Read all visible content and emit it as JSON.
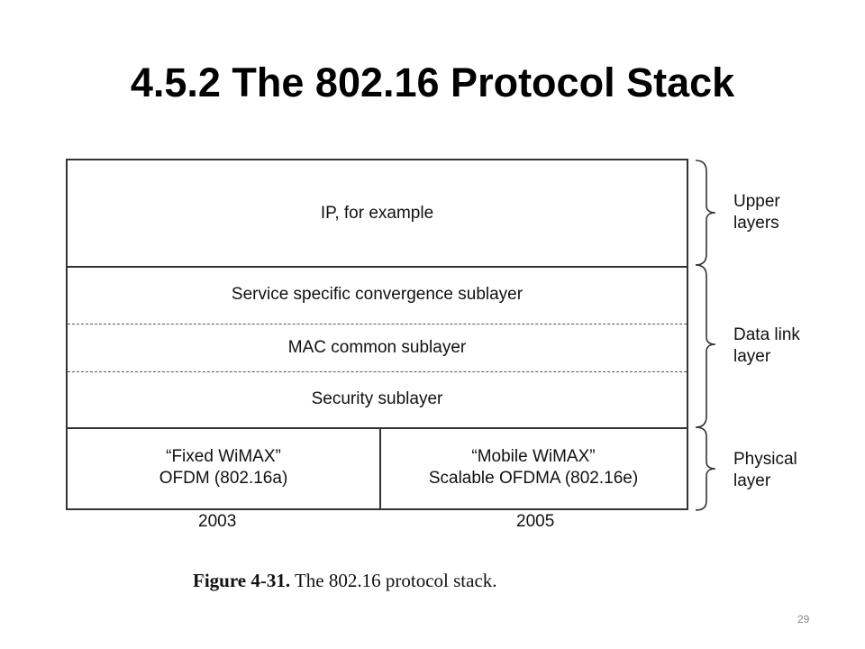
{
  "slide": {
    "title": "4.5.2 The 802.16 Protocol Stack",
    "page_number": "29"
  },
  "diagram": {
    "upper_layer": "IP, for example",
    "data_link_sublayers": [
      "Service specific convergence sublayer",
      "MAC common sublayer",
      "Security sublayer"
    ],
    "physical": {
      "left_line1": "“Fixed WiMAX”",
      "left_line2": "OFDM (802.16a)",
      "right_line1": "“Mobile WiMAX”",
      "right_line2": "Scalable OFDMA (802.16e)",
      "left_year": "2003",
      "right_year": "2005"
    },
    "brace_labels": {
      "upper_line1": "Upper",
      "upper_line2": "layers",
      "datalink_line1": "Data link",
      "datalink_line2": "layer",
      "physical_line1": "Physical",
      "physical_line2": "layer"
    },
    "caption_label": "Figure 4-31.",
    "caption_text": "The 802.16 protocol stack."
  }
}
